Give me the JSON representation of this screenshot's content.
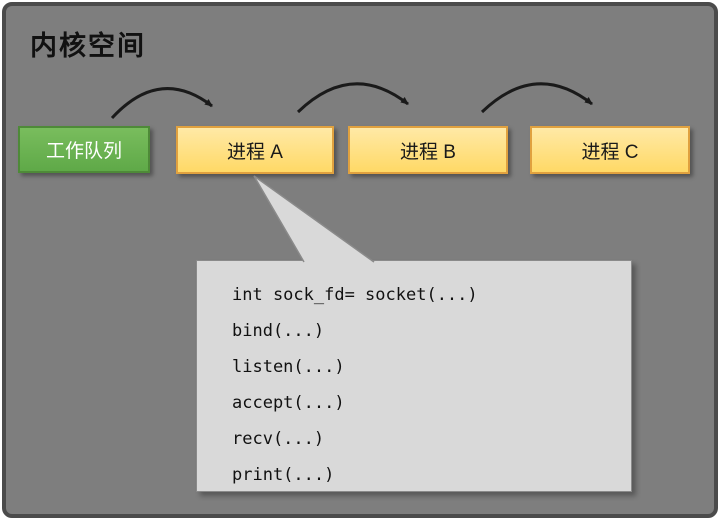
{
  "title": "内核空间",
  "work_queue": {
    "label": "工作队列"
  },
  "processes": [
    {
      "label": "进程 A"
    },
    {
      "label": "进程 B"
    },
    {
      "label": "进程 C"
    }
  ],
  "arrows": [
    {
      "name": "workqueue-to-process-a"
    },
    {
      "name": "process-a-to-process-b"
    },
    {
      "name": "process-b-to-process-c"
    }
  ],
  "callout": {
    "attached_to": "进程 A",
    "lines": [
      "int sock_fd= socket(...)",
      "bind(...)",
      "listen(...)",
      "accept(...)",
      "recv(...)",
      "print(...)"
    ]
  },
  "colors": {
    "background": "#7e7e7e",
    "frame_border": "#4b4b4b",
    "work_queue_fill": "#68b450",
    "work_queue_border": "#4e8a38",
    "process_fill": "#ffd966",
    "process_border": "#e0a13f",
    "callout_fill": "#d9d9d9",
    "callout_border": "#8a8a8a",
    "arrow": "#1a1a1a",
    "title_text": "#111111"
  }
}
